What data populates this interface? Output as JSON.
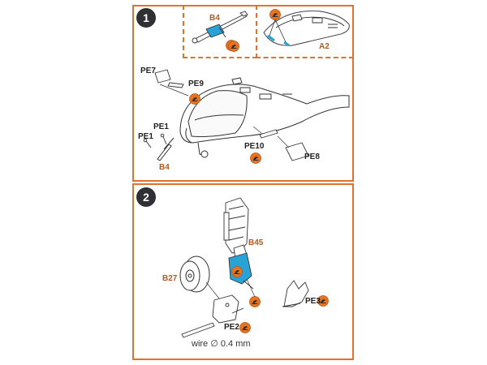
{
  "steps": [
    {
      "number": "1"
    },
    {
      "number": "2"
    }
  ],
  "step1": {
    "insets": {
      "left_part": "B4",
      "right_part": "A2"
    },
    "labels": {
      "pe7": "PE7",
      "pe9": "PE9",
      "pe1a": "PE1",
      "pe1b": "PE1",
      "b4": "B4",
      "pe10": "PE10",
      "pe8": "PE8"
    }
  },
  "step2": {
    "labels": {
      "b45": "B45",
      "b27": "B27",
      "pe3": "PE3",
      "pe2": "PE2"
    },
    "wire_note": "wire ∅ 0.4 mm"
  },
  "colors": {
    "frame": "#e2722b",
    "badge": "#2e3033",
    "part_brown": "#b55a1c",
    "highlight_blue": "#29a3d6",
    "glue_orange": "#e8741f"
  },
  "icons": [
    "glue-drop-icon",
    "step-number-badge"
  ]
}
